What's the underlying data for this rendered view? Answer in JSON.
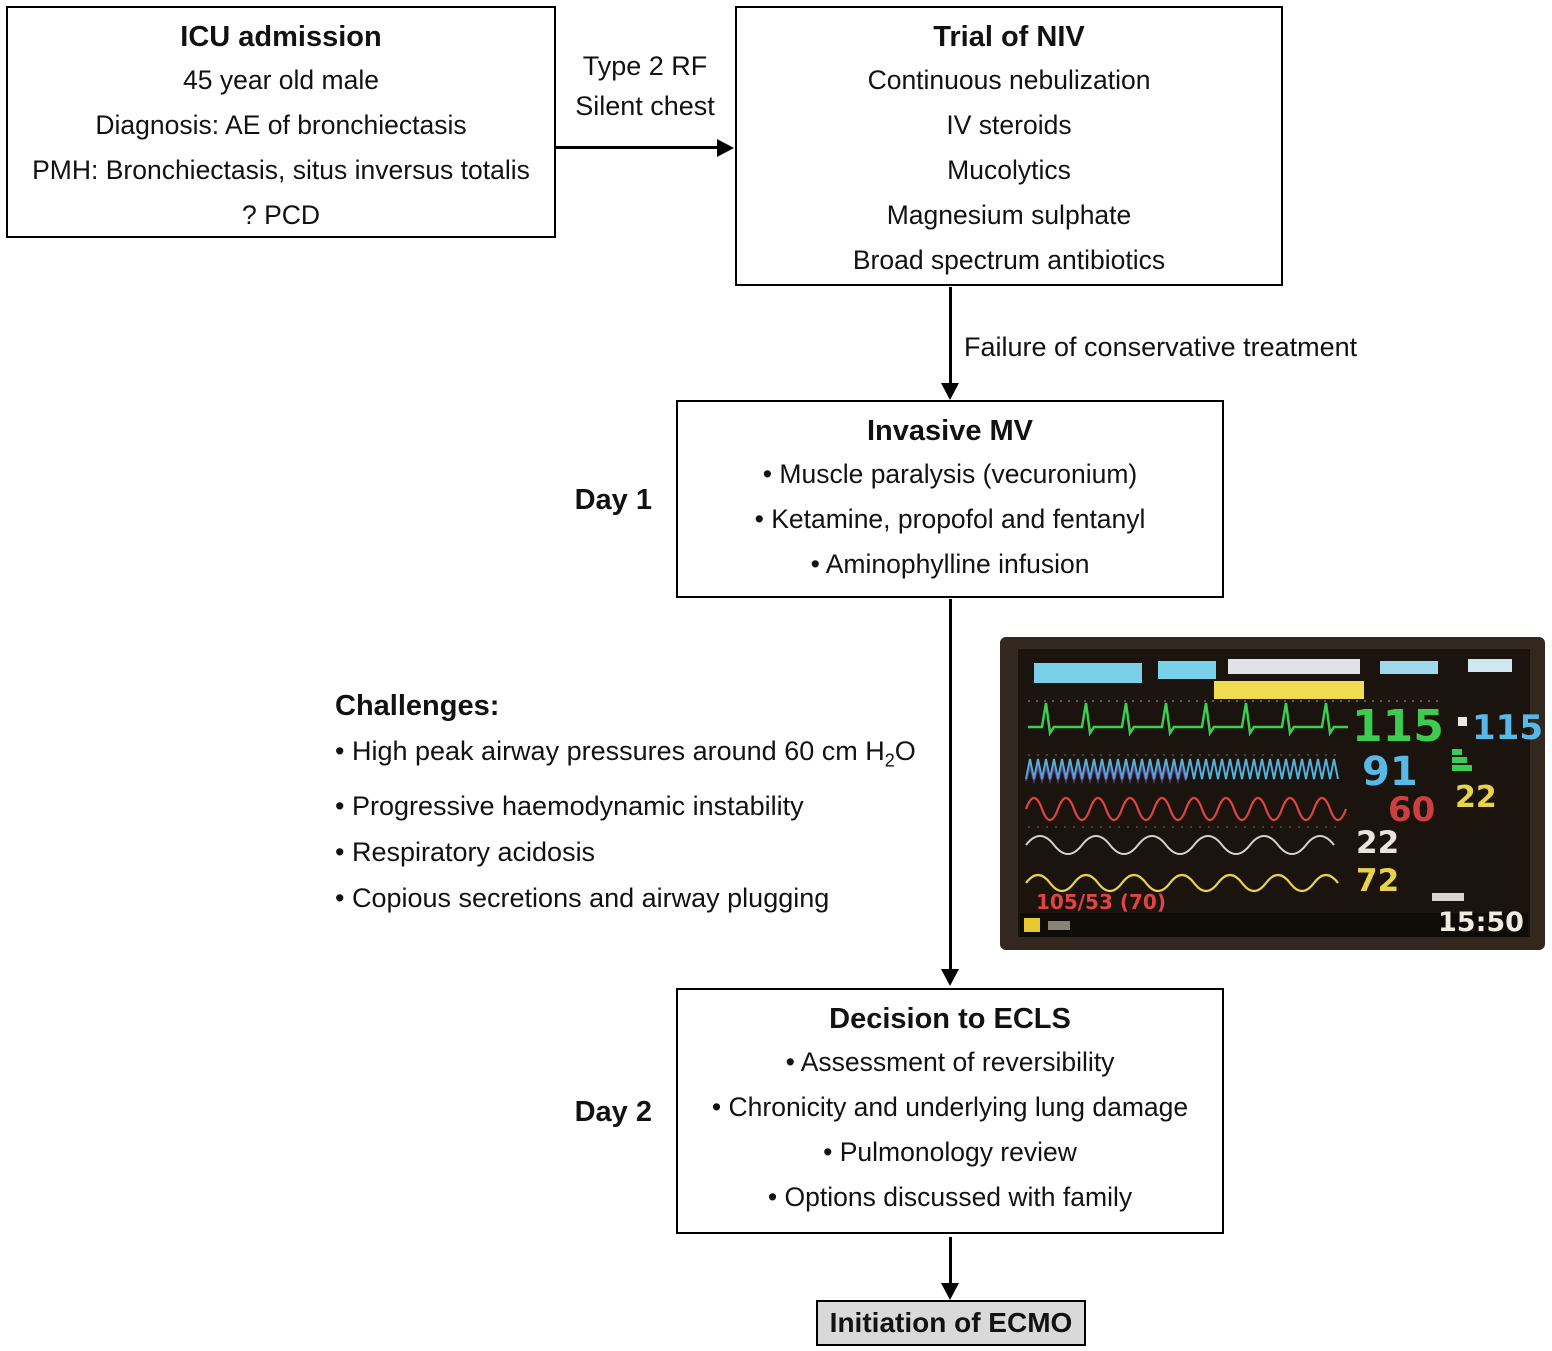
{
  "flow": {
    "icu": {
      "title": "ICU admission",
      "lines": [
        "45 year old male",
        "Diagnosis: AE of bronchiectasis",
        "PMH: Bronchiectasis, situs inversus totalis",
        "? PCD"
      ]
    },
    "transition1": {
      "line1": "Type 2 RF",
      "line2": "Silent chest"
    },
    "niv": {
      "title": "Trial of NIV",
      "lines": [
        "Continuous nebulization",
        "IV steroids",
        "Mucolytics",
        "Magnesium sulphate",
        "Broad spectrum antibiotics"
      ]
    },
    "transition2": "Failure of conservative treatment",
    "day1": "Day 1",
    "imv": {
      "title": "Invasive MV",
      "bullets": [
        "Muscle paralysis (vecuronium)",
        "Ketamine, propofol and fentanyl",
        "Aminophylline infusion"
      ]
    },
    "challenges": {
      "title": "Challenges:",
      "items": [
        {
          "text": "High peak airway pressures around 60 cm H",
          "sub": "2",
          "tail": "O"
        },
        {
          "text": "Progressive haemodynamic instability"
        },
        {
          "text": "Respiratory acidosis"
        },
        {
          "text": "Copious secretions and airway plugging"
        }
      ]
    },
    "day2": "Day 2",
    "ecls": {
      "title": "Decision to ECLS",
      "bullets": [
        "Assessment of reversibility",
        "Chronicity and underlying lung damage",
        "Pulmonology review",
        "Options discussed with family"
      ]
    },
    "ecmo": {
      "title": "Initiation of ECMO"
    }
  },
  "monitor": {
    "colors": {
      "green": "#3ecb52",
      "blue": "#58b8e8",
      "red": "#e04545",
      "yellow": "#e8d44a",
      "white": "#e9e5da",
      "cyan_bar": "#7ad0e8",
      "yellow_bar": "#f0dc50"
    },
    "hr": "115",
    "right_top": "115",
    "pressure_blue": "91",
    "red_value": "60",
    "white_value": "22",
    "right_yellow": "22",
    "yellow_value": "72",
    "nibp": "105/53 (70)",
    "time": "15:50"
  }
}
